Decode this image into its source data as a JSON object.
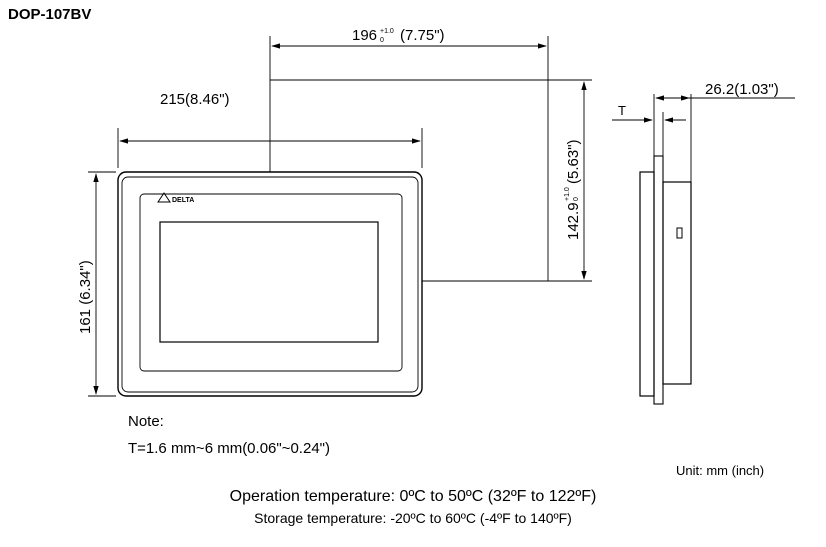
{
  "model": "DOP-107BV",
  "dimensions": {
    "cutout_width": {
      "value": "196",
      "tolerance_upper": "+1.0",
      "tolerance_lower": "0",
      "imperial": "(7.75\")"
    },
    "overall_width": "215(8.46\")",
    "cutout_height": {
      "value": "142.9",
      "tolerance_upper": "+1.0",
      "tolerance_lower": "0",
      "imperial": "(5.63\")"
    },
    "overall_height": "161 (6.34\")",
    "depth": "26.2(1.03\")",
    "thickness_label": "T"
  },
  "brand_logo": "DELTA",
  "note": {
    "title": "Note:",
    "text": "T=1.6 mm~6 mm(0.06\"~0.24\")"
  },
  "unit": "Unit: mm (inch)",
  "temperatures": {
    "operation": "Operation temperature: 0ºC to 50ºC (32ºF to 122ºF)",
    "storage": "Storage temperature: -20ºC to 60ºC (-4ºF to 140ºF)"
  }
}
